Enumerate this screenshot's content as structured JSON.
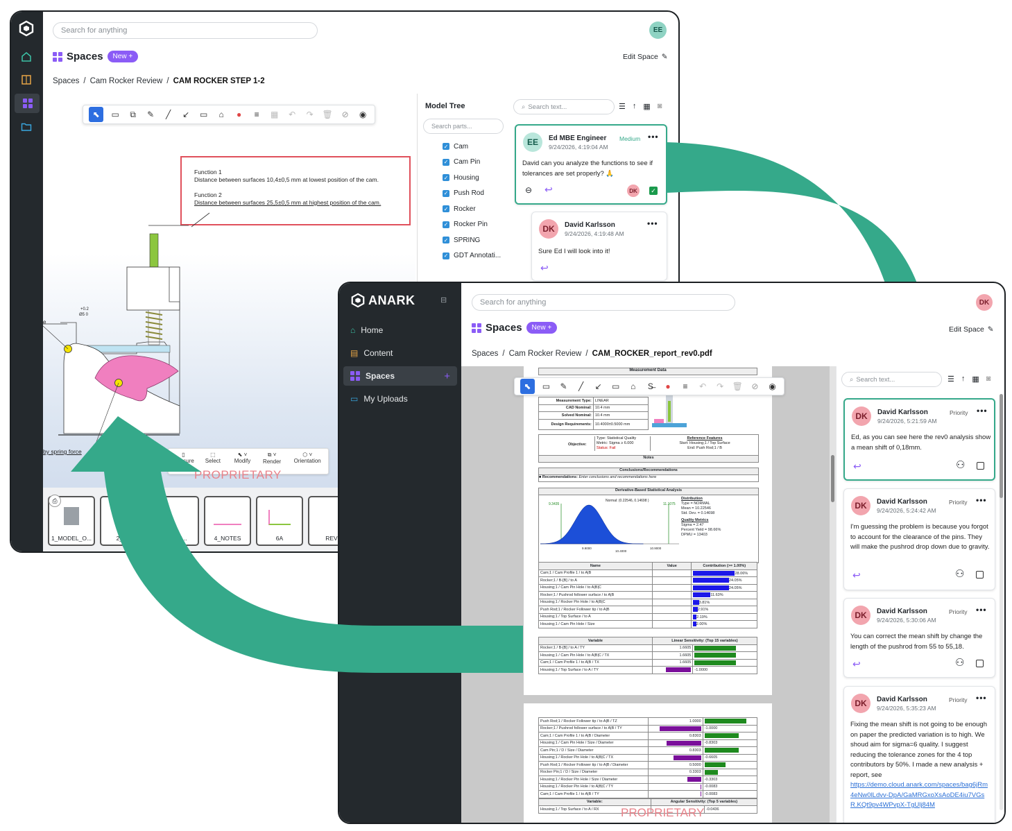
{
  "back_window": {
    "search_placeholder": "Search for anything",
    "user_initials": "EE",
    "spaces_label": "Spaces",
    "new_button": "New +",
    "edit_space": "Edit Space",
    "breadcrumb": [
      "Spaces",
      "/",
      "Cam Rocker Review",
      "/",
      "CAM ROCKER STEP 1-2"
    ],
    "annotation": {
      "f1_title": "Function 1",
      "f1_text": "Distance between surfaces 10,4±0,5 mm at lowest position of the cam.",
      "f2_title": "Function 2",
      "f2_text": "Distance between surfaces 25,5±0,5 mm at highest position of the cam."
    },
    "spring_label": "by spring force",
    "dim_label_1": "Ø5 0",
    "dim_label_2": "+0.2",
    "watermark": "PROPRIETARY",
    "bottom_tools": [
      "Measure",
      "Select",
      "Modify",
      "Render",
      "Orientation"
    ],
    "thumbnails": [
      "1_MODEL_O...",
      "2_T...",
      "...ERTI...",
      "4_NOTES",
      "6A",
      "REV"
    ],
    "model_tree": {
      "title": "Model Tree",
      "search_placeholder": "Search parts...",
      "items": [
        "Cam",
        "Cam Pin",
        "Housing",
        "Push Rod",
        "Rocker",
        "Rocker Pin",
        "SPRING",
        "GDT Annotati..."
      ]
    },
    "search_text_placeholder": "Search text...",
    "comments": [
      {
        "initials": "EE",
        "name": "Ed MBE Engineer",
        "priority": "Medium",
        "date": "9/24/2026, 4:19:04 AM",
        "body": "David can you analyze the functions to see if tolerances are set properly? 🙏",
        "assignee": "DK"
      },
      {
        "initials": "DK",
        "name": "David Karlsson",
        "date": "9/24/2026, 4:19:48 AM",
        "body": "Sure Ed I will look into it!"
      }
    ]
  },
  "front_window": {
    "brand": "ANARK",
    "search_placeholder": "Search for anything",
    "user_initials": "DK",
    "nav": [
      {
        "label": "Home",
        "icon": "home-icon"
      },
      {
        "label": "Content",
        "icon": "book-icon"
      },
      {
        "label": "Spaces",
        "icon": "grid-icon"
      },
      {
        "label": "My Uploads",
        "icon": "folder-icon"
      }
    ],
    "spaces_label": "Spaces",
    "new_button": "New +",
    "edit_space": "Edit Space",
    "breadcrumb": [
      "Spaces",
      "/",
      "Cam Rocker Review",
      "/",
      "CAM_ROCKER_report_rev0.pdf"
    ],
    "search_text_placeholder": "Search text...",
    "doc": {
      "header": "Measurement Data",
      "measurement_type": [
        "Measurement Type:",
        "LINEAR"
      ],
      "cad_nominal": [
        "CAD Nominal:",
        "10.4 mm"
      ],
      "solved_nominal": [
        "Solved Nominal:",
        "10.4 mm"
      ],
      "design_req": [
        "Design Requirements:",
        "10.4000±0.5000 mm"
      ],
      "objective_label": "Objective:",
      "objective_lines": [
        "Type: Statistical Quality",
        "Metric: Sigma ≥ 6.000",
        "Status: Fail"
      ],
      "ref_features": [
        "Reference Features",
        "Start: Housing;1 / Top Surface",
        "End: Push Rod;1 / B"
      ],
      "notes": "Notes",
      "conclusions": "Conclusions/Recommendations",
      "recommendations": "Recommendations:",
      "recommendations_text": "Enter conclusions and recommendations here",
      "stat_title": "Derivative-Based Statistical Analysis",
      "distribution": [
        "Distribution",
        "Type = NORMAL",
        "Mean = 10.22546",
        "Std. Dev. = 0.14698"
      ],
      "quality": [
        "Quality Metrics",
        "Sigma = 2.47",
        "Percent Yield = 98.66%",
        "DPMU = 13403"
      ],
      "normal_label": "Normal: (0.22546, 0.14698 )",
      "axis_ticks": [
        "9.9000",
        "10.4000",
        "10.9000"
      ],
      "limit_left": "9.3435",
      "limit_right": "11.1075",
      "contrib_headers": [
        "Name",
        "Value",
        "Contribution (>= 1.00%)"
      ],
      "contrib_rows": [
        {
          "name": "Cam;1 / Cam Profile 1 / to A|B",
          "pct": "28.06%",
          "v": 28.06
        },
        {
          "name": "Rocker;1 / B-[B] / to A",
          "pct": "24.05%",
          "v": 24.05
        },
        {
          "name": "Housing;1 / Cam Pin Hole / to A|B|C",
          "pct": "24.05%",
          "v": 24.05
        },
        {
          "name": "Rocker;1 / Pushrod follower surface / to A|B",
          "pct": "11.63%",
          "v": 11.63
        },
        {
          "name": "Housing;1 / Rocker Pin Hole / to A|B|C",
          "pct": "3.81%",
          "v": 3.81
        },
        {
          "name": "Push Rod;1 / Rocker Follower tip / to A|B",
          "pct": "2.91%",
          "v": 2.91
        },
        {
          "name": "Housing;1 / Top Surface / to A",
          "pct": "2.19%",
          "v": 2.19
        },
        {
          "name": "Housing;1 / Cam Pin Hole / Size",
          "pct": "2.00%",
          "v": 2.0
        }
      ],
      "lin_headers": [
        "Variable",
        "Linear Sensitivity: (Top 15 variables)"
      ],
      "lin_rows": [
        {
          "name": "Rocker;1 / B-[B] / to A / TY",
          "val": "1.6605",
          "v": 1.6605
        },
        {
          "name": "Housing;1 / Cam Pin Hole / to A|B|C / TX",
          "val": "1.6605",
          "v": 1.6605
        },
        {
          "name": "Cam;1 / Cam Profile 1 / to A|B / TX",
          "val": "1.6605",
          "v": 1.6605
        },
        {
          "name": "Housing;1 / Top Surface / to A / TY",
          "val": "-1.0000",
          "v": -1.0
        }
      ],
      "page2_rows": [
        {
          "name": "Push Rod;1 / Rocker Follower tip / to A|B / TZ",
          "val": "1.0000",
          "v": 1.0
        },
        {
          "name": "Rocker;1 / Pushrod follower surface / to A|B / TY",
          "val": "-1.0000",
          "v": -1.0
        },
        {
          "name": "Cam;1 / Cam Profile 1 / to A|B / Diameter",
          "val": "0.8303",
          "v": 0.8303
        },
        {
          "name": "Housing;1 / Cam Pin Hole / Size / Diameter",
          "val": "-0.8303",
          "v": -0.8303
        },
        {
          "name": "Cam Pin;1 / D / Size / Diameter",
          "val": "0.8303",
          "v": 0.8303
        },
        {
          "name": "Housing;1 / Rocker Pin Hole / to A|B|C / TX",
          "val": "-0.6605",
          "v": -0.6605
        },
        {
          "name": "Push Rod;1 / Rocker Follower tip / to A|B / Diameter",
          "val": "0.5000",
          "v": 0.5
        },
        {
          "name": "Rocker Pin;1 / D / Size / Diameter",
          "val": "0.3303",
          "v": 0.3303
        },
        {
          "name": "Housing;1 / Rocker Pin Hole / Size / Diameter",
          "val": "-0.3303",
          "v": -0.3303
        },
        {
          "name": "Housing;1 / Rocker Pin Hole / to A|B|C / TY",
          "val": "-0.0083",
          "v": -0.0083
        },
        {
          "name": "Cam;1 / Cam Profile 1 / to A|B / TY",
          "val": "-0.0083",
          "v": -0.0083
        }
      ],
      "ang_headers": [
        "Variable:",
        "Angular Sensitivity: (Top 5 variables)"
      ],
      "ang_row": {
        "name": "Housing;1 / Top Surface / to A / RX",
        "val": "-0.0436"
      },
      "watermark": "PROPRIETARY"
    },
    "comments": [
      {
        "initials": "DK",
        "name": "David Karlsson",
        "priority": "Priority",
        "date": "9/24/2026, 5:21:59 AM",
        "body": "Ed, as you can see here the rev0 analysis show a mean shift of 0,18mm."
      },
      {
        "initials": "DK",
        "name": "David Karlsson",
        "priority": "Priority",
        "date": "9/24/2026, 5:24:42 AM",
        "body": "I'm guessing the problem is because you forgot to account for the clearance of the pins. They will make the pushrod drop down due to gravity."
      },
      {
        "initials": "DK",
        "name": "David Karlsson",
        "priority": "Priority",
        "date": "9/24/2026, 5:30:06 AM",
        "body": "You can correct the mean shift by change the length of the pushrod from 55 to 55,18."
      },
      {
        "initials": "DK",
        "name": "David Karlsson",
        "priority": "Priority",
        "date": "9/24/2026, 5:35:23 AM",
        "body": "Fixing the mean shift is not going to be enough on paper the predicted variation is to high. We shoud aim for sigma=6 quality. I suggest reducing the tolerance zones for the 4 top contributors by 50%. I made a new analysis + report, see",
        "link": "https://demo.cloud.anark.com/spaces/bag6jRm4eNw0lLdvv-DpA/GaMRGxoXsAoDE4iu7VGsR.KQt9pv4WPvpX-TgUlj84M"
      }
    ]
  },
  "colors": {
    "arrow": "#35a98a",
    "accent": "#8b5cf6",
    "rail": "#24292d",
    "selected_tool": "#2d6ee0"
  }
}
